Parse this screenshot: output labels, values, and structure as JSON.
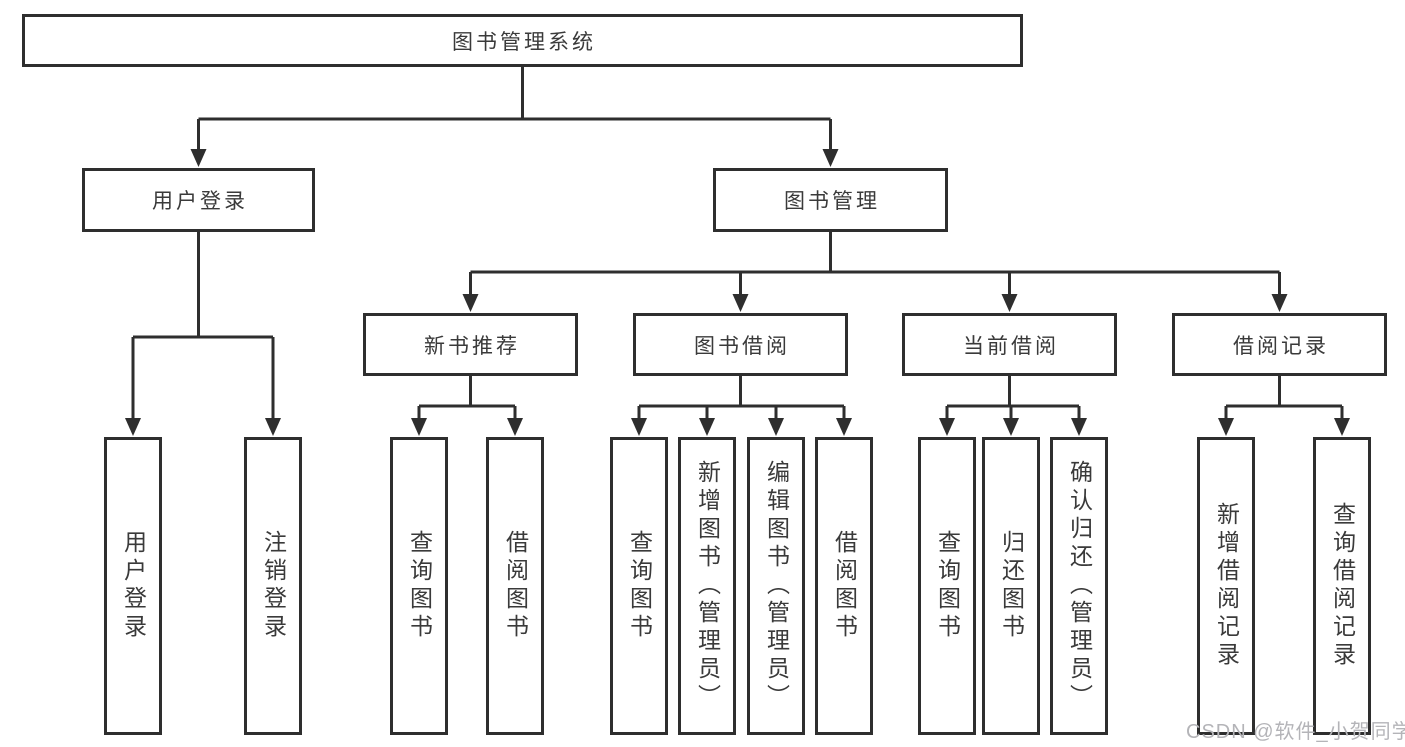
{
  "diagram": {
    "root": {
      "label": "图书管理系统"
    },
    "branches": [
      {
        "label": "用户登录",
        "children": [
          {
            "label": "用户登录"
          },
          {
            "label": "注销登录"
          }
        ]
      },
      {
        "label": "图书管理",
        "children": [
          {
            "label": "新书推荐",
            "children": [
              {
                "label": "查询图书"
              },
              {
                "label": "借阅图书"
              }
            ]
          },
          {
            "label": "图书借阅",
            "children": [
              {
                "label": "查询图书"
              },
              {
                "label": "新增图书（管理员）"
              },
              {
                "label": "编辑图书（管理员）"
              },
              {
                "label": "借阅图书"
              }
            ]
          },
          {
            "label": "当前借阅",
            "children": [
              {
                "label": "查询图书"
              },
              {
                "label": "归还图书"
              },
              {
                "label": "确认归还（管理员）"
              }
            ]
          },
          {
            "label": "借阅记录",
            "children": [
              {
                "label": "新增借阅记录"
              },
              {
                "label": "查询借阅记录"
              }
            ]
          }
        ]
      }
    ]
  },
  "watermark": {
    "text": "CSDN @软件_小贺同学"
  },
  "colors": {
    "line": "#2e2e2e",
    "text": "#3a3a3a",
    "background": "#ffffff",
    "watermark": "#b4b4b8"
  }
}
